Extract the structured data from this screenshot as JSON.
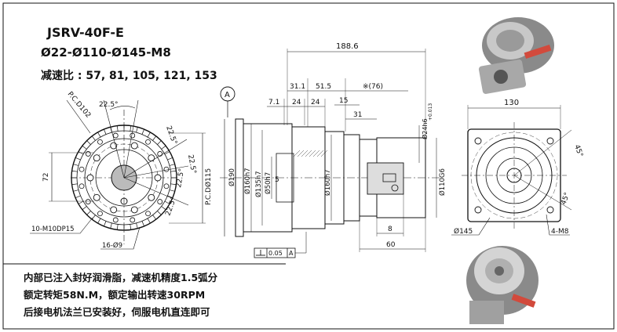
{
  "title": {
    "model": "JSRV-40F-E",
    "spec": "Ø22-Ø110-Ø145-M8",
    "ratio": "减速比 : 57, 81, 105, 121, 153"
  },
  "notes": [
    "内部已注入封好润滑脂，减速机精度1.5弧分",
    "额定转矩58N.M，额定输出转速30RPM",
    "后接电机法兰已安装好，伺服电机直连即可"
  ],
  "front_view": {
    "pcd_top": "P.C.D102",
    "angle_top": "22.5°",
    "angle_r1": "22.5°",
    "angle_r2": "22.5°",
    "angle_r3": "22.5°",
    "angle_r4": "22.5°",
    "dim_72": "72",
    "pcd_right": "P.C.DØ115",
    "hole_spec": "10-M10DP15",
    "hole_spec2": "16-Ø9"
  },
  "side_view": {
    "datum": "A",
    "total_length": "188.6",
    "dim_31_1": "31.1",
    "dim_51_5": "51.5",
    "dim_76": "※(76)",
    "dim_7_1": "7.1",
    "dim_24a": "24",
    "dim_24b": "24",
    "dim_15": "15",
    "dim_31": "31",
    "shaft_dia": "Ø24h6",
    "shaft_tol": "+0.013",
    "dia_190": "Ø190",
    "dia_160a": "Ø160h7",
    "dia_135": "Ø135h7",
    "dia_50": "Ø50h7",
    "dia_160b": "Ø160h7",
    "dia_110": "Ø110G6",
    "dim_5": "5",
    "dim_8": "8",
    "dim_60": "60",
    "tolerance_frame": "0.05",
    "tolerance_datum": "A"
  },
  "rear_view": {
    "width": "130",
    "angle_a": "45°",
    "angle_b": "45°",
    "bolt_circle": "Ø145",
    "thread": "4-M8"
  },
  "colors": {
    "line": "#111111",
    "photo_body": "#7a7a7a",
    "photo_accent": "#d24a3c"
  }
}
